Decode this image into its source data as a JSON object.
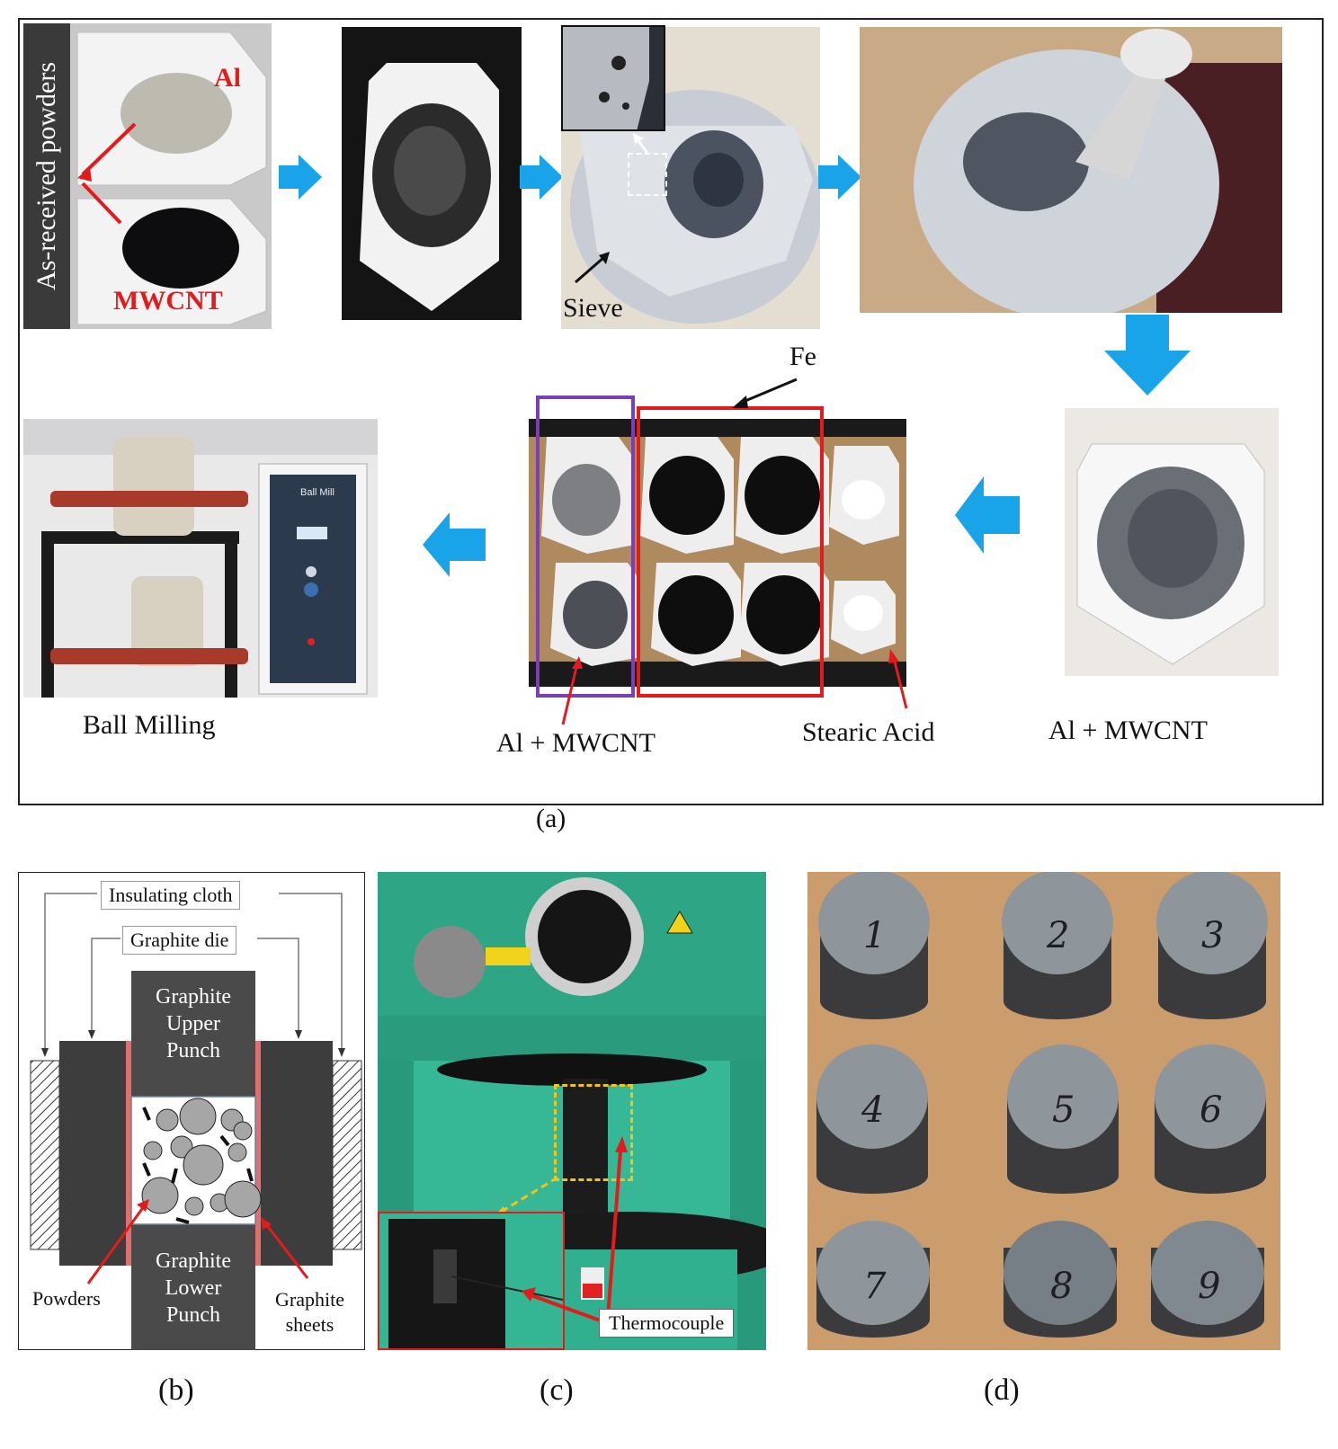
{
  "panel_a": {
    "caption": "(a)",
    "as_received": "As-received powders",
    "al": "Al",
    "mwcnt": "MWCNT",
    "sieve": "Sieve",
    "fe": "Fe",
    "ball_milling": "Ball Milling",
    "al_mwcnt_mid": "Al + MWCNT",
    "stearic_acid": "Stearic Acid",
    "al_mwcnt_right": "Al + MWCNT",
    "ball_mill_screen": "Ball Mill"
  },
  "panel_b": {
    "caption": "(b)",
    "insulating_cloth": "Insulating cloth",
    "graphite_die": "Graphite die",
    "upper_punch": [
      "Graphite",
      "Upper",
      "Punch"
    ],
    "lower_punch": [
      "Graphite",
      "Lower",
      "Punch"
    ],
    "powders": "Powders",
    "graphite_sheets": [
      "Graphite",
      "sheets"
    ]
  },
  "panel_c": {
    "caption": "(c)",
    "thermocouple": "Thermocouple"
  },
  "panel_d": {
    "caption": "(d)",
    "samples": [
      "1",
      "2",
      "3",
      "4",
      "5",
      "6",
      "7",
      "8",
      "9"
    ]
  },
  "colors": {
    "arrow_blue": "#19a3e8",
    "annotation_red": "#e21c1c",
    "box_purple": "#7b3fb5",
    "dash_yellow": "#f2c417",
    "machine_green": "#2fb592",
    "die_dark": "#3d3d3d",
    "wood": "#c99a68"
  }
}
